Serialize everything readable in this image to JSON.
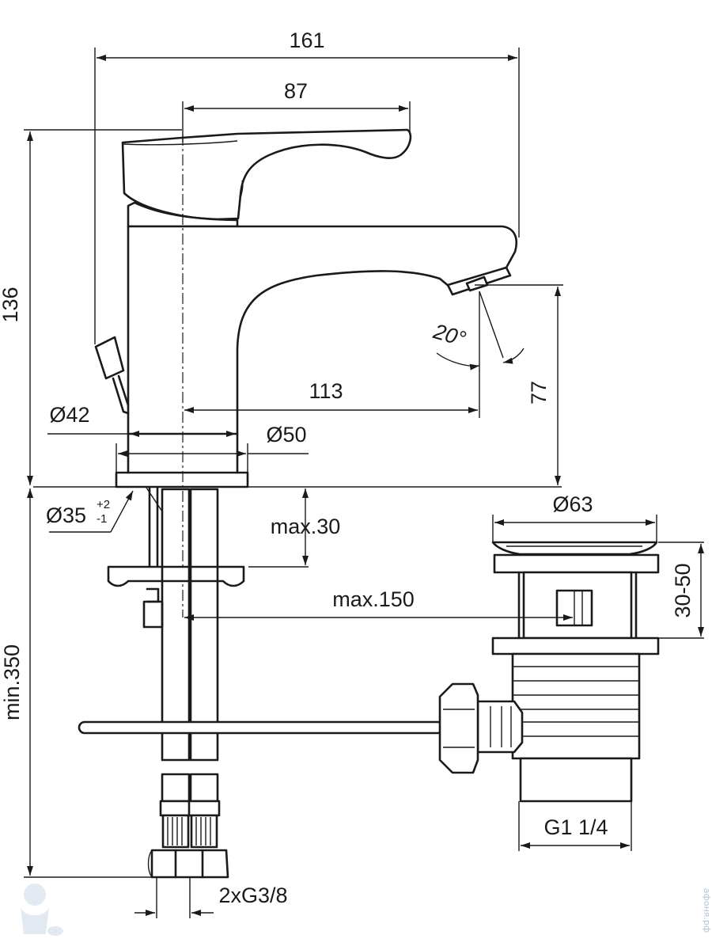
{
  "drawing": {
    "dimensions": {
      "total_width": "161",
      "handle_length": "87",
      "total_height": "136",
      "spout_reach": "113",
      "spout_height": "77",
      "spout_angle": "20°",
      "body_diameter": "Ø42",
      "base_diameter": "Ø50",
      "hole_diameter": "Ø35",
      "hole_tol_plus": "+2",
      "hole_tol_minus": "-1",
      "deck_thickness": "max.30",
      "pop_up_distance": "max.150",
      "waste_diameter": "Ø63",
      "waste_range": "30-50",
      "hose_length": "min.350",
      "waste_thread": "G1 1/4",
      "hose_thread": "2xG3/8"
    },
    "watermark": "афоня.рф"
  }
}
